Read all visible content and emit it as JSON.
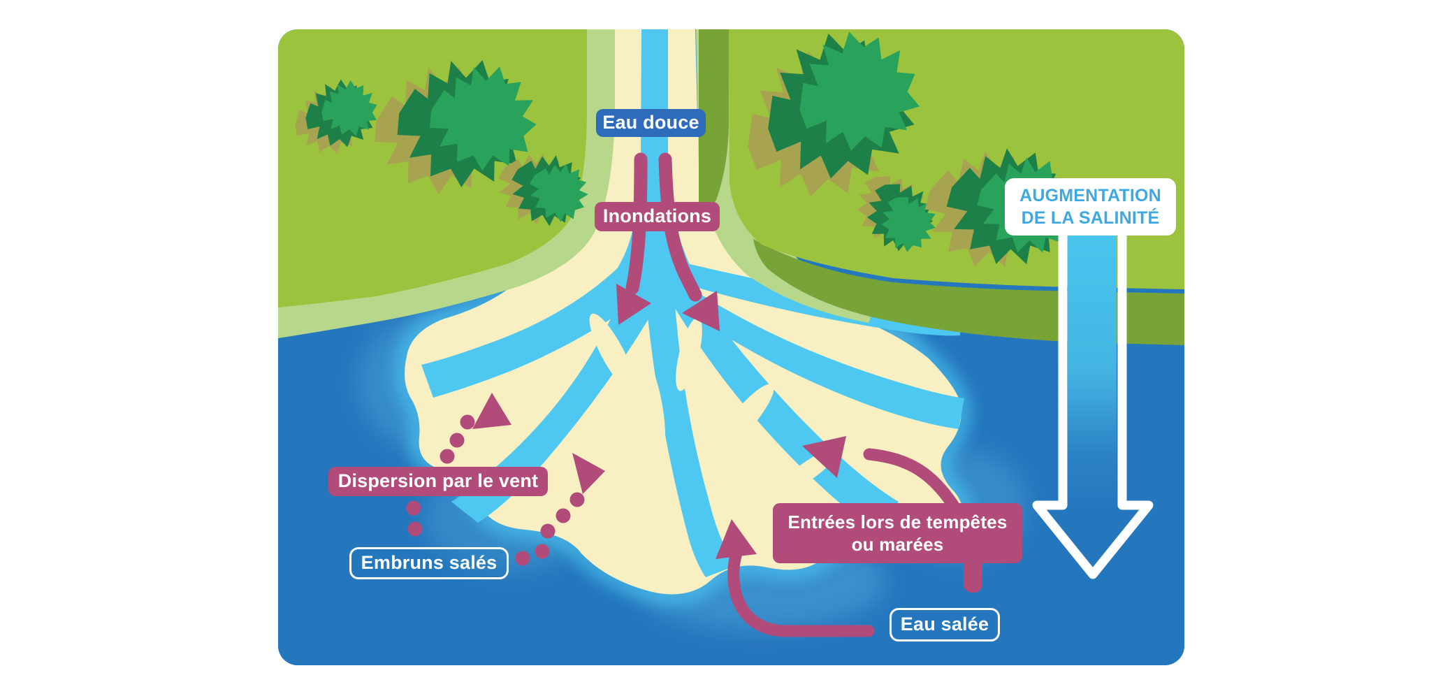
{
  "illustration": {
    "title_hint": "Estuary salinity diagram",
    "badges": {
      "eau_douce": {
        "label": "Eau douce"
      },
      "inondations": {
        "label": "Inondations"
      },
      "augmentation": {
        "line1": "AUGMENTATION",
        "line2": "DE LA SALINITÉ"
      },
      "dispersion": {
        "label": "Dispersion par le vent"
      },
      "embruns": {
        "label": "Embruns salés"
      },
      "entrees": {
        "line1": "Entrées lors de tempêtes",
        "line2": "ou marées"
      },
      "eau_salee": {
        "label": "Eau salée"
      }
    },
    "colors": {
      "sea": "#2577bd",
      "sea_light": "#55aede",
      "channel": "#4ec8f1",
      "sand": "#f8f0c2",
      "land": "#9cc33d",
      "land_light": "#b7d78a",
      "land_dark": "#78a437",
      "tree_shadow": "#a8a351",
      "tree_dark": "#1e8049",
      "tree_light": "#29a35b",
      "pink": "#b14b7a",
      "badge_blue": "#2e6cbb",
      "augmentation_text": "#3fa8e0",
      "white": "#ffffff"
    }
  }
}
